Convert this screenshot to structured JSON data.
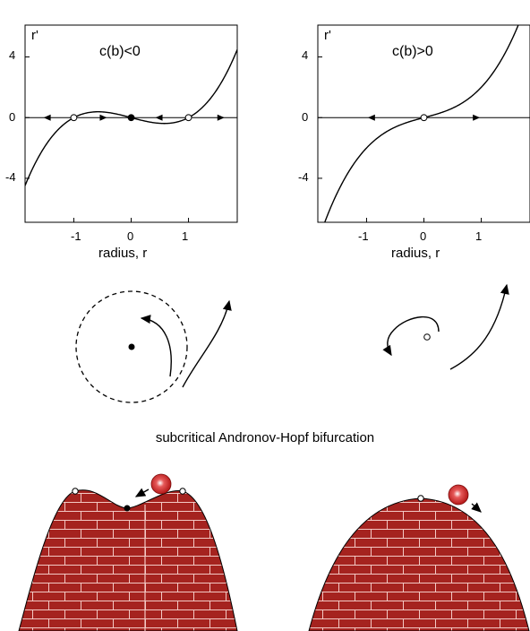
{
  "caption": "subcritical Andronov-Hopf bifurcation",
  "colors": {
    "brick": "#a5231f",
    "mortar": "#f3c9c4",
    "ball": "#d83535",
    "curve": "#000000"
  },
  "chart_data": [
    {
      "type": "line",
      "condition_label": "c(b)<0",
      "ylabel": "r'",
      "xlabel": "radius, r",
      "xlim": [
        -1.85,
        1.85
      ],
      "ylim": [
        -6.9,
        6.1
      ],
      "x_ticks": [
        -1,
        0,
        1
      ],
      "x_tick_labels": [
        "-1",
        "0",
        "1"
      ],
      "y_ticks": [
        4,
        0,
        -4
      ],
      "y_tick_labels": [
        "4",
        "0",
        "-4"
      ],
      "curve": {
        "formula": "r' = r^3 - r",
        "a": 1,
        "b": -1,
        "domain": [
          -1.85,
          1.85
        ]
      },
      "equilibria": [
        {
          "r": -1,
          "stability": "unstable"
        },
        {
          "r": 0,
          "stability": "stable"
        },
        {
          "r": 1,
          "stability": "unstable"
        }
      ],
      "flow_arrows": [
        {
          "at": -1.45,
          "direction": "left"
        },
        {
          "at": -0.5,
          "direction": "right"
        },
        {
          "at": 0.5,
          "direction": "left"
        },
        {
          "at": 1.55,
          "direction": "right"
        }
      ]
    },
    {
      "type": "line",
      "condition_label": "c(b)>0",
      "ylabel": "r'",
      "xlabel": "radius, r",
      "xlim": [
        -1.85,
        1.85
      ],
      "ylim": [
        -6.9,
        6.1
      ],
      "x_ticks": [
        -1,
        0,
        1
      ],
      "x_tick_labels": [
        "-1",
        "0",
        "1"
      ],
      "y_ticks": [
        4,
        0,
        -4
      ],
      "y_tick_labels": [
        "4",
        "0",
        "-4"
      ],
      "curve": {
        "formula": "r' = r^3 + r",
        "a": 1,
        "b": 1,
        "domain": [
          -1.85,
          1.85
        ]
      },
      "equilibria": [
        {
          "r": 0,
          "stability": "unstable"
        }
      ],
      "flow_arrows": [
        {
          "at": -0.9,
          "direction": "left"
        },
        {
          "at": 0.9,
          "direction": "right"
        }
      ]
    }
  ],
  "phase_portraits": [
    {
      "equilibrium": "stable",
      "limit_cycle": "unstable (dashed)"
    },
    {
      "equilibrium": "unstable",
      "limit_cycle": "none"
    }
  ],
  "landscapes": [
    {
      "profile": "two peaks with central well",
      "ball": "resting near well"
    },
    {
      "profile": "single hill",
      "ball": "rolling off"
    }
  ]
}
